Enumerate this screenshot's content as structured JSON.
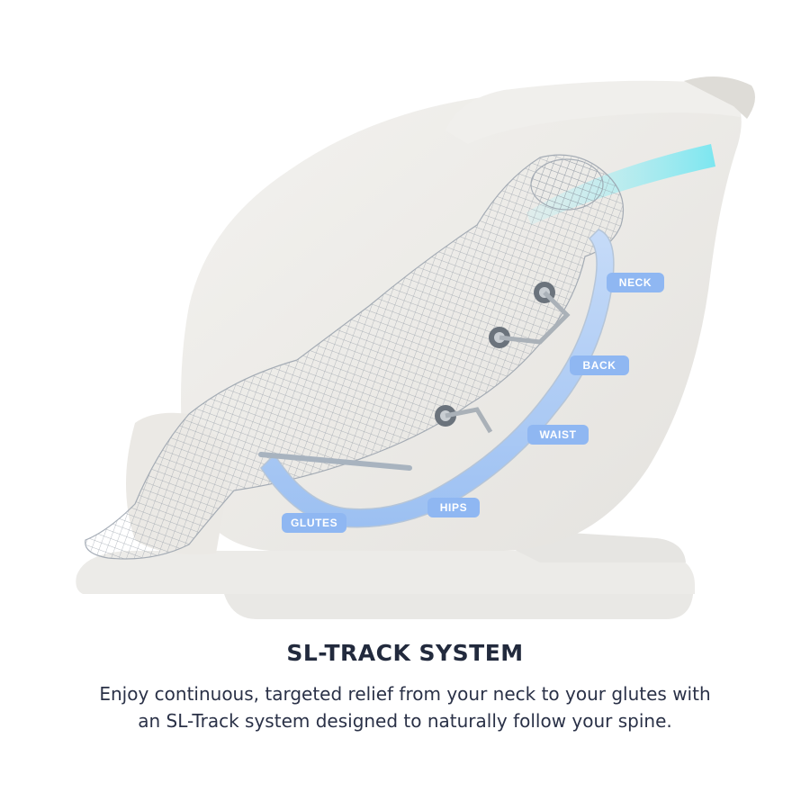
{
  "figure": {
    "track_labels": {
      "neck": "NECK",
      "back": "BACK",
      "waist": "WAIST",
      "hips": "HIPS",
      "glutes": "GLUTES"
    },
    "colors": {
      "track_blue": "#a9c8f4",
      "label_blue": "#8fb7f2",
      "accent_cyan": "#7ee8f2",
      "chair_shell": "#eceae6",
      "wireframe": "#9aa3ad"
    }
  },
  "content": {
    "headline": "SL-TRACK SYSTEM",
    "body": "Enjoy continuous, targeted relief from your neck to your glutes with an SL-Track system designed to naturally follow your spine."
  }
}
